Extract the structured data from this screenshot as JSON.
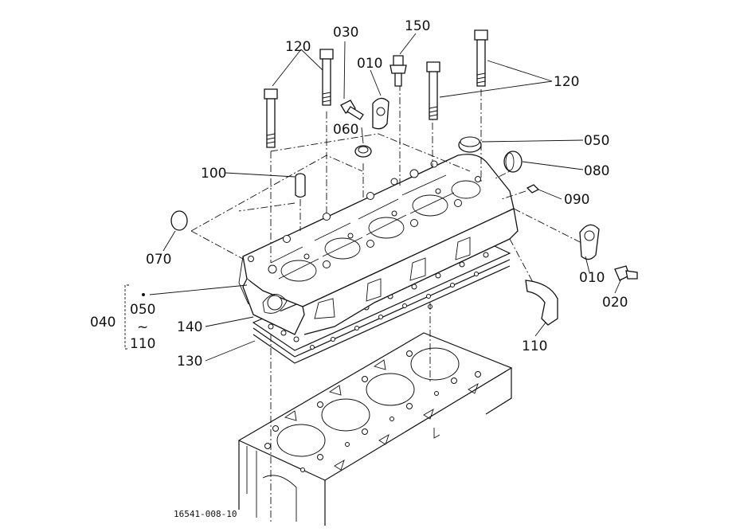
{
  "labels": {
    "p120_left": "120",
    "p030": "030",
    "p150": "150",
    "p010_top": "010",
    "p120_right": "120",
    "p060": "060",
    "p050_right": "050",
    "p080": "080",
    "p100": "100",
    "p090": "090",
    "p070": "070",
    "p010_right": "010",
    "p020": "020",
    "p040": "040",
    "p050_group": "050",
    "p110_group": "110",
    "tilde": "~",
    "p140": "140",
    "p130": "130",
    "p110_right": "110"
  },
  "drawing_code": "16541-008-10"
}
